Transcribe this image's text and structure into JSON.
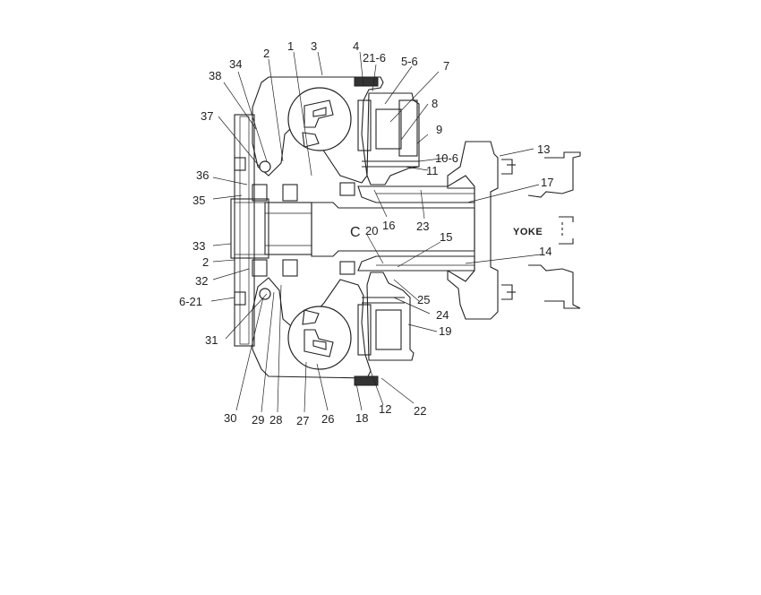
{
  "diagram": {
    "center_mark": "C",
    "yoke_label": "YOKE",
    "callouts": [
      {
        "id": "c1",
        "text": "1"
      },
      {
        "id": "c3",
        "text": "3"
      },
      {
        "id": "c2top",
        "text": "2"
      },
      {
        "id": "c4",
        "text": "4"
      },
      {
        "id": "c21-6",
        "text": "21-6"
      },
      {
        "id": "c5-6",
        "text": "5-6"
      },
      {
        "id": "c7",
        "text": "7"
      },
      {
        "id": "c34",
        "text": "34"
      },
      {
        "id": "c38",
        "text": "38"
      },
      {
        "id": "c8",
        "text": "8"
      },
      {
        "id": "c37",
        "text": "37"
      },
      {
        "id": "c9",
        "text": "9"
      },
      {
        "id": "c13",
        "text": "13"
      },
      {
        "id": "c10-6",
        "text": "10-6"
      },
      {
        "id": "c11",
        "text": "11"
      },
      {
        "id": "c36",
        "text": "36"
      },
      {
        "id": "c17",
        "text": "17"
      },
      {
        "id": "c35",
        "text": "35"
      },
      {
        "id": "c16",
        "text": "16"
      },
      {
        "id": "c23",
        "text": "23"
      },
      {
        "id": "c20",
        "text": "20"
      },
      {
        "id": "c15",
        "text": "15"
      },
      {
        "id": "c33",
        "text": "33"
      },
      {
        "id": "c14",
        "text": "14"
      },
      {
        "id": "c2mid",
        "text": "2"
      },
      {
        "id": "c32",
        "text": "32"
      },
      {
        "id": "c25",
        "text": "25"
      },
      {
        "id": "c6-21",
        "text": "6-21"
      },
      {
        "id": "c24",
        "text": "24"
      },
      {
        "id": "c19",
        "text": "19"
      },
      {
        "id": "c31",
        "text": "31"
      },
      {
        "id": "c30",
        "text": "30"
      },
      {
        "id": "c29",
        "text": "29"
      },
      {
        "id": "c28",
        "text": "28"
      },
      {
        "id": "c27",
        "text": "27"
      },
      {
        "id": "c26",
        "text": "26"
      },
      {
        "id": "c18",
        "text": "18"
      },
      {
        "id": "c12",
        "text": "12"
      },
      {
        "id": "c22",
        "text": "22"
      }
    ]
  }
}
